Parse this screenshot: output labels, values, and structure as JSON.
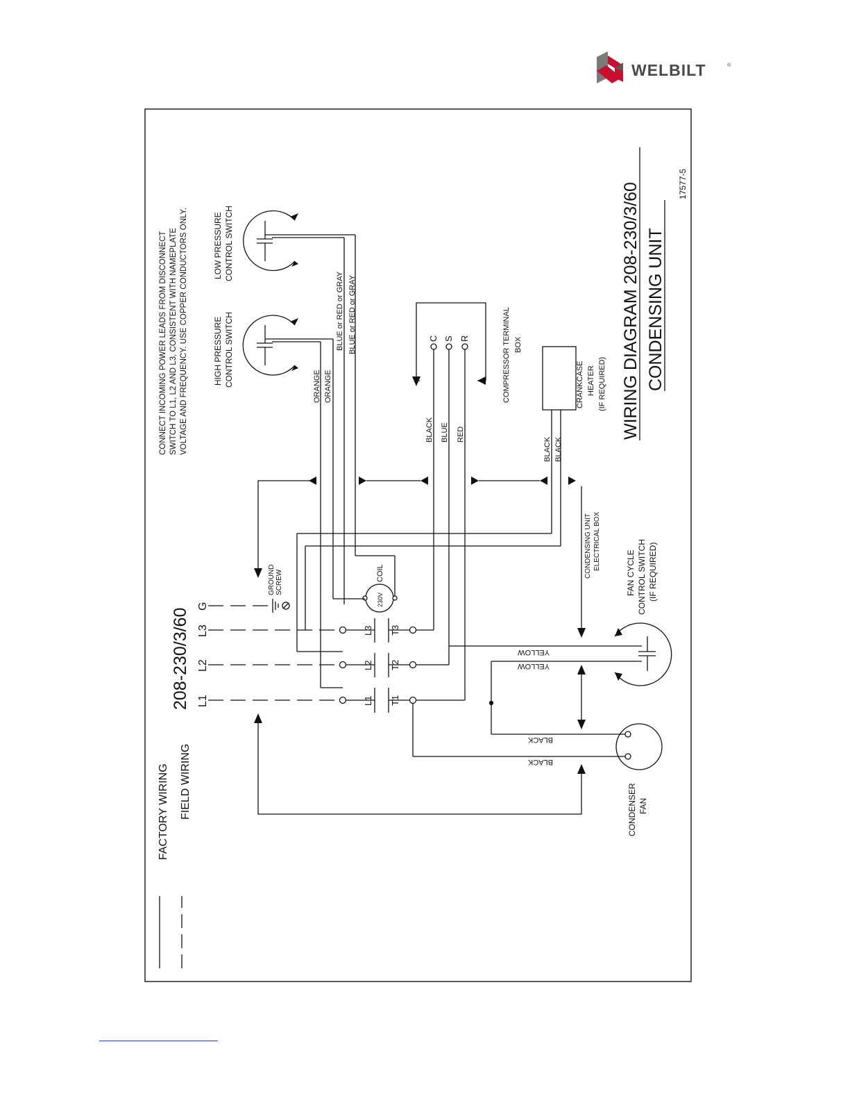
{
  "brand": {
    "name": "WELBILT",
    "registered": "®"
  },
  "diagram": {
    "title": "WIRING DIAGRAM 208-230/3/60",
    "subtitle": "CONDENSING UNIT",
    "doc_number": "17577-5",
    "power_label": "208-230/3/60",
    "legend": {
      "factory": "FACTORY WIRING",
      "field": "FIELD WIRING"
    },
    "note": [
      "CONNECT INCOMING POWER LEADS FROM DISCONNECT",
      "SWITCH TO L1, L2 AND L3, CONSISTENT WITH NAMEPLATE",
      "VOLTAGE AND FREQUENCY. USE COPPER CONDUCTORS ONLY."
    ],
    "terminals": [
      "L1",
      "L2",
      "L3",
      "G"
    ],
    "contactor_line": [
      "L1",
      "L2",
      "L3"
    ],
    "contactor_load": [
      "T1",
      "T2",
      "T3"
    ],
    "ground": [
      "GROUND",
      "SCREW"
    ],
    "coil": {
      "voltage": "230V",
      "label": "COIL"
    },
    "high_pressure": [
      "HIGH PRESSURE",
      "CONTROL SWITCH"
    ],
    "low_pressure": [
      "LOW PRESSURE",
      "CONTROL SWITCH"
    ],
    "compressor": {
      "pins": [
        "C",
        "S",
        "R"
      ],
      "label": [
        "COMPRESSOR TERMINAL",
        "BOX"
      ]
    },
    "crankcase": [
      "CRANKCASE",
      "HEATER",
      "(IF REQUIRED)"
    ],
    "electrical_box": [
      "CONDENSING UNIT",
      "ELECTRICAL BOX"
    ],
    "fan_cycle": [
      "FAN CYCLE",
      "CONTROL SWITCH",
      "(IF REQUIRED)"
    ],
    "condenser_fan": [
      "CONDENSER",
      "FAN"
    ],
    "wires": {
      "orange": "ORANGE",
      "blue_red_gray": "BLUE or RED or GRAY",
      "black": "BLACK",
      "blue": "BLUE",
      "red": "RED",
      "yellow": "YELLOW"
    }
  },
  "colors": {
    "logo_red": "#c8102e",
    "logo_gray": "#4a4a4a",
    "link_blue": "#1a3fd0"
  }
}
